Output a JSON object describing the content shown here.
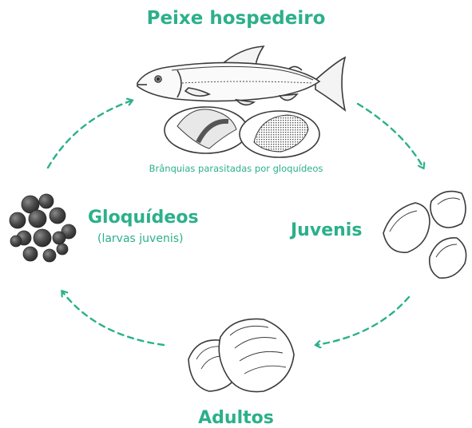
{
  "diagram": {
    "stages": {
      "host_fish": "Peixe hospedeiro",
      "gills_caption": "Brânquias parasitadas por gloquídeos",
      "glochidia": "Gloquídeos",
      "glochidia_note": "(larvas juvenis)",
      "juveniles": "Juvenis",
      "adults": "Adultos"
    },
    "colors": {
      "accent": "#2bb08a",
      "ink": "#3a3a3a",
      "dark_sphere": "#4a4a4a"
    },
    "icons": [
      "fish-illustration",
      "gill-illustration",
      "glochidia-cluster",
      "juvenile-shells",
      "adult-shells",
      "cycle-arrow"
    ]
  }
}
